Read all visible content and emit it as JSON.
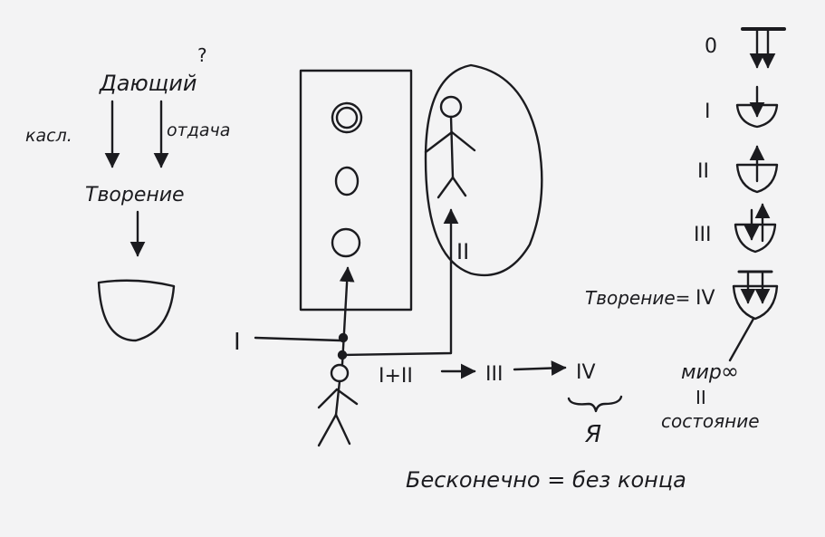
{
  "labels": {
    "giver": "Дающий",
    "giver_question": "?",
    "receiving": "касл.",
    "bestowal": "отдача",
    "creation": "Творение",
    "roman": {
      "one": "I",
      "two": "II",
      "three": "III",
      "four": "IV"
    },
    "sum_one_two": "I+II",
    "self": "Я",
    "stages_right": {
      "zero": "0",
      "one": "I",
      "two": "II",
      "three": "III",
      "four": "IV"
    },
    "creation_equals": "Творение=",
    "world": "мир",
    "infinity": "∞",
    "equals_vertical": "II",
    "state": "состояние",
    "infinite_eq": "Бесконечно = без конца"
  },
  "colors": {
    "ink": "#1b1b1f",
    "paper": "#f3f3f4"
  }
}
